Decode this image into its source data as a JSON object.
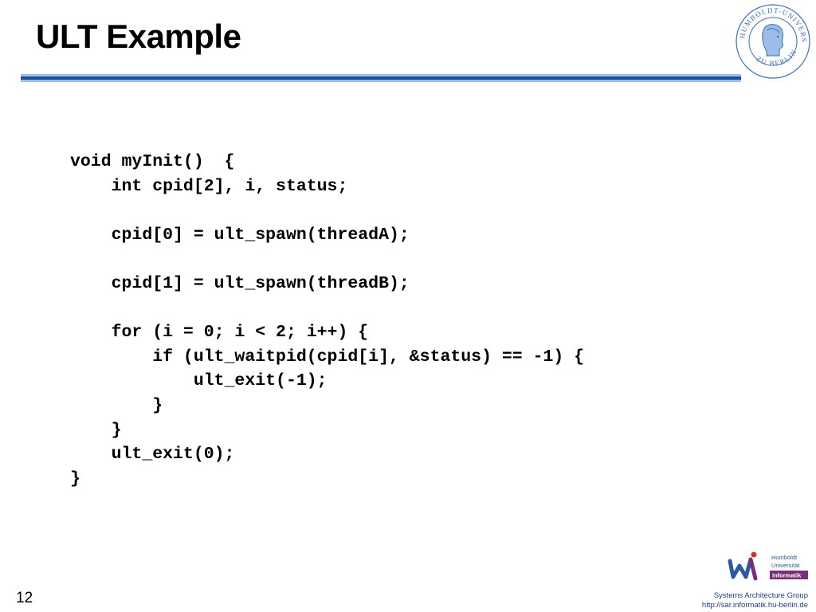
{
  "slide": {
    "title": "ULT Example",
    "page_number": "12"
  },
  "code": {
    "lines": [
      "void myInit()  {",
      "    int cpid[2], i, status;",
      "",
      "    cpid[0] = ult_spawn(threadA);",
      "",
      "    cpid[1] = ult_spawn(threadB);",
      "",
      "    for (i = 0; i < 2; i++) {",
      "        if (ult_waitpid(cpid[i], &status) == -1) {",
      "            ult_exit(-1);",
      "        }",
      "    }",
      "    ult_exit(0);",
      "}"
    ]
  },
  "seal": {
    "text": "HUMBOLDT-UNIVERSITÄT ZU BERLIN"
  },
  "logo": {
    "line1": "Humboldt",
    "line2": "Universität",
    "line3": "Informatik"
  },
  "footer": {
    "group": "Systems Architecture Group",
    "url": "http://sar.informatik.hu-berlin.de"
  },
  "colors": {
    "rule_dark": "#1d4e9a",
    "rule_light": "#9dbde6",
    "seal_blue": "#3a6fb8",
    "logo_blue": "#2c5aa0",
    "logo_purple": "#7b2d7a",
    "logo_red": "#c0392b"
  }
}
